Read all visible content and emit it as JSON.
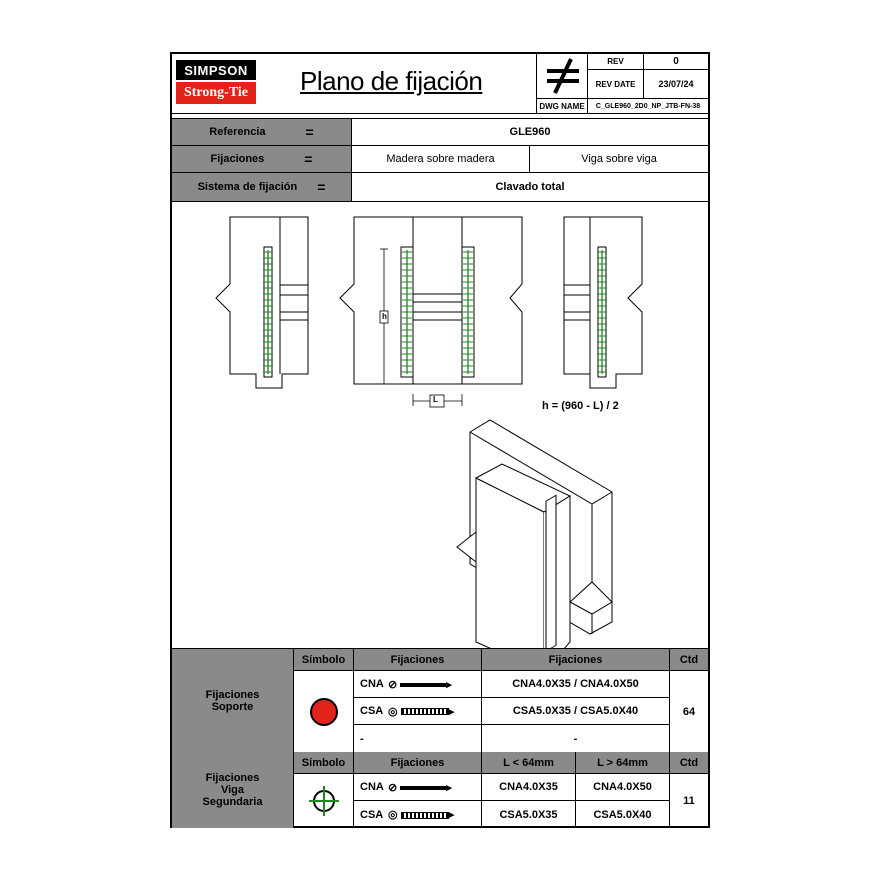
{
  "header": {
    "brand_top": "SIMPSON",
    "brand_bottom": "Strong-Tie",
    "title": "Plano de fijación",
    "rev_label": "REV",
    "rev_value": "0",
    "rev_date_label": "REV DATE",
    "rev_date_value": "23/07/24",
    "dwg_name_label": "DWG NAME",
    "dwg_name_value": "C_GLE960_2D0_NP_JTB-FN-38"
  },
  "info": {
    "eq": "=",
    "referencia_label": "Referencia",
    "referencia_value": "GLE960",
    "fijaciones_label": "Fijaciones",
    "fijaciones_value_1": "Madera sobre madera",
    "fijaciones_value_2": "Viga sobre viga",
    "sistema_label": "Sistema de fijación",
    "sistema_value": "Clavado total"
  },
  "drawing": {
    "dim_h": "h",
    "dim_l": "L",
    "formula": "h = (960 - L) / 2"
  },
  "support_table": {
    "section_label_1": "Fijaciones",
    "section_label_2": "Soporte",
    "col_simbolo": "Símbolo",
    "col_fijaciones_1": "Fijaciones",
    "col_fijaciones_2": "Fijaciones",
    "col_ctd": "Ctd",
    "rows": [
      {
        "type": "CNA",
        "value": "CNA4.0X35 / CNA4.0X50"
      },
      {
        "type": "CSA",
        "value": "CSA5.0X35 / CSA5.0X40"
      },
      {
        "type": "-",
        "value": "-"
      }
    ],
    "ctd": "64",
    "symbol_color": "#e2231a"
  },
  "beam_table": {
    "section_label_1": "Fijaciones",
    "section_label_2": "Viga",
    "section_label_3": "Segundaria",
    "col_simbolo": "Símbolo",
    "col_fijaciones": "Fijaciones",
    "col_l_small": "L < 64mm",
    "col_l_big": "L > 64mm",
    "col_ctd": "Ctd",
    "rows": [
      {
        "type": "CNA",
        "small": "CNA4.0X35",
        "big": "CNA4.0X50"
      },
      {
        "type": "CSA",
        "small": "CSA5.0X35",
        "big": "CSA5.0X40"
      }
    ],
    "ctd": "11",
    "symbol_color": "#1e8a1e"
  }
}
